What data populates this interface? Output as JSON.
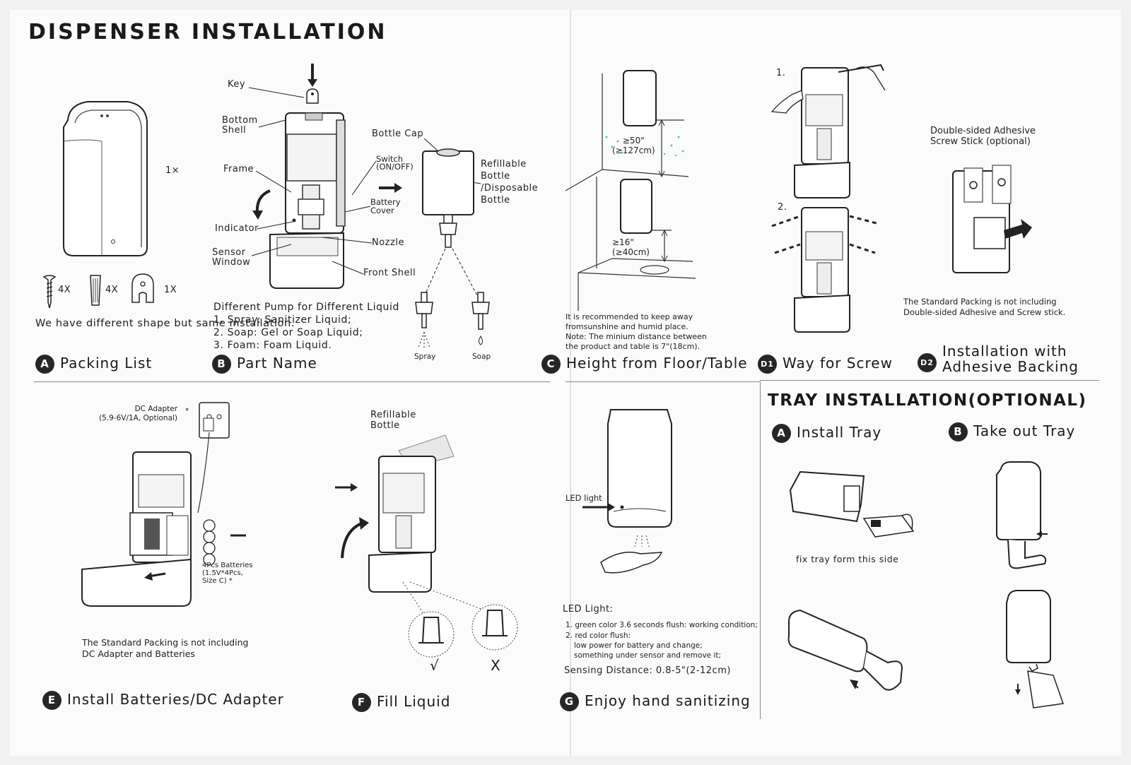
{
  "main_title": "DISPENSER INSTALLATION",
  "tray_title": "TRAY INSTALLATION(OPTIONAL)",
  "sections": {
    "A": {
      "badge": "A",
      "label": "Packing List"
    },
    "B": {
      "badge": "B",
      "label": "Part Name"
    },
    "C": {
      "badge": "C",
      "label": "Height from Floor/Table"
    },
    "D1": {
      "badge": "D1",
      "label": "Way for Screw"
    },
    "D2": {
      "badge": "D2",
      "label": "Installation with\nAdhesive Backing"
    },
    "E": {
      "badge": "E",
      "label": "Install Batteries/DC Adapter"
    },
    "F": {
      "badge": "F",
      "label": "Fill Liquid"
    },
    "G": {
      "badge": "G",
      "label": "Enjoy hand sanitizing"
    },
    "TA": {
      "badge": "A",
      "label": "Install Tray"
    },
    "TB": {
      "badge": "B",
      "label": "Take out Tray"
    }
  },
  "packing": {
    "unit_count": "1×",
    "screw_count": "4X",
    "anchor_count": "4X",
    "key_count": "1X",
    "note": "We have different shape but\nsame installation."
  },
  "parts": {
    "key": "Key",
    "bottom_shell": "Bottom\nShell",
    "frame": "Frame",
    "indicator": "Indicator",
    "sensor_window": "Sensor\nWindow",
    "bottle_cap": "Bottle Cap",
    "switch": "Switch\n(ON/OFF)",
    "battery_cover": "Battery\nCover",
    "nozzle": "Nozzle",
    "front_shell": "Front Shell",
    "refillable_bottle": "Refillable\nBottle\n/Disposable\nBottle",
    "pump_title": "Different Pump for Different Liquid",
    "pump_list": [
      "1. Spray: Sanitizer Liquid;",
      "2. Soap: Gel or Soap Liquid;",
      "3. Foam: Foam Liquid."
    ],
    "spray": "Spray",
    "soap": "Soap"
  },
  "height": {
    "upper": "≥50\"\n(≥127cm)",
    "lower": "≥16\"\n(≥40cm)",
    "note": "It is recommended to keep away\nfromsunshine and humid place.\nNote: The minium distance between\nthe product and table is 7\"(18cm)."
  },
  "screw_steps": {
    "step1": "1.",
    "step2": "2."
  },
  "adhesive": {
    "label": "Double-sided Adhesive\nScrew Stick (optional)",
    "note": "The Standard Packing is not including\nDouble-sided Adhesive and Screw stick."
  },
  "batteries": {
    "dc_adapter": "DC Adapter\n(5.9-6V/1A, Optional)",
    "star1": "*",
    "batteries_label": "4Pcs Batteries\n(1.5V*4Pcs,\nSize C)  *",
    "note": "The Standard Packing is not including\nDC Adapter and Batteries"
  },
  "fill": {
    "refillable": "Refillable\nBottle",
    "right": "√",
    "wrong": "X"
  },
  "enjoy": {
    "led_light": "LED light",
    "led_title": "LED Light:",
    "led_1": "1. green color 3.6 seconds flush: working condition;",
    "led_2": "2. red color  flush:",
    "led_2a": "low power for battery and change;",
    "led_2b": "something under sensor and remove it;",
    "sensing": "Sensing Distance: 0.8-5\"(2-12cm)"
  },
  "tray": {
    "fix_note": "fix tray form this side"
  },
  "colors": {
    "ink": "#1a1a1a",
    "paper": "#fbfbfb",
    "droplet": "#4fc3d9"
  }
}
